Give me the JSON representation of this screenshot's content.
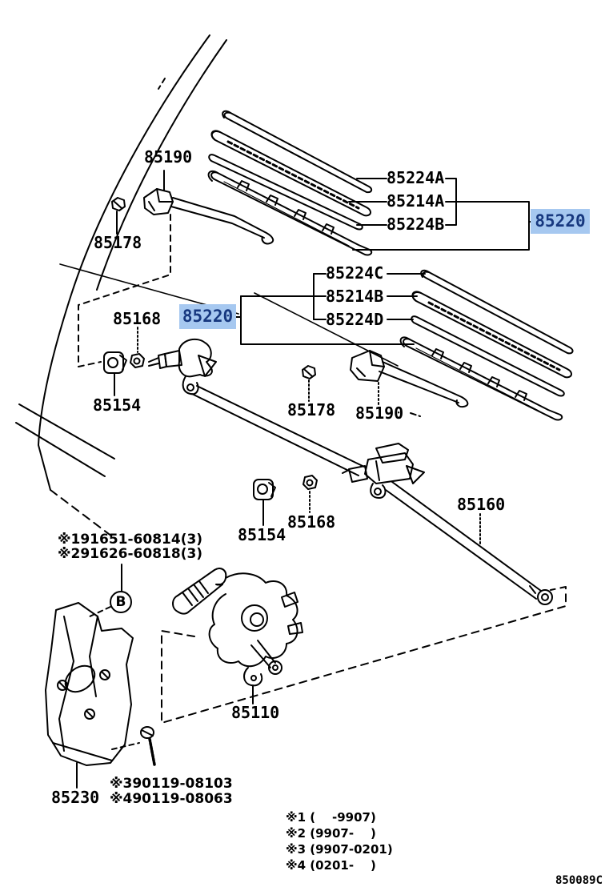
{
  "drawing_code": "850089C",
  "colors": {
    "line": "#000000",
    "highlight_bg": "#a6c8f0",
    "highlight_text": "#17387f"
  },
  "callouts": {
    "wiper_arm_upper": "85190",
    "cap_nut_upper": "85178",
    "blade_rubber_a": "85224A",
    "blade_assy_a": "85214A",
    "blade_rubber_b": "85224B",
    "blade_set_rh": "85220",
    "blade_rubber_c": "85224C",
    "blade_assy_b": "85214B",
    "blade_rubber_d": "85224D",
    "blade_set_lh": "85220",
    "pivot_nut_left": "85168",
    "pivot_grommet_left": "85154",
    "cap_nut_lower": "85178",
    "wiper_arm_lower": "85190",
    "connecting_rod": "85160",
    "pivot_nut_center": "85168",
    "pivot_grommet_center": "85154",
    "screw_note_1": "※191651-60814(3)",
    "screw_note_2": "※291626-60818(3)",
    "detail_marker": "B",
    "wiper_motor": "85110",
    "motor_bracket": "85230",
    "screw_note_3": "※390119-08103",
    "screw_note_4": "※490119-08063"
  },
  "legend": [
    "※1 (    -9907)",
    "※2 (9907-    )",
    "※3 (9907-0201)",
    "※4 (0201-    )"
  ]
}
